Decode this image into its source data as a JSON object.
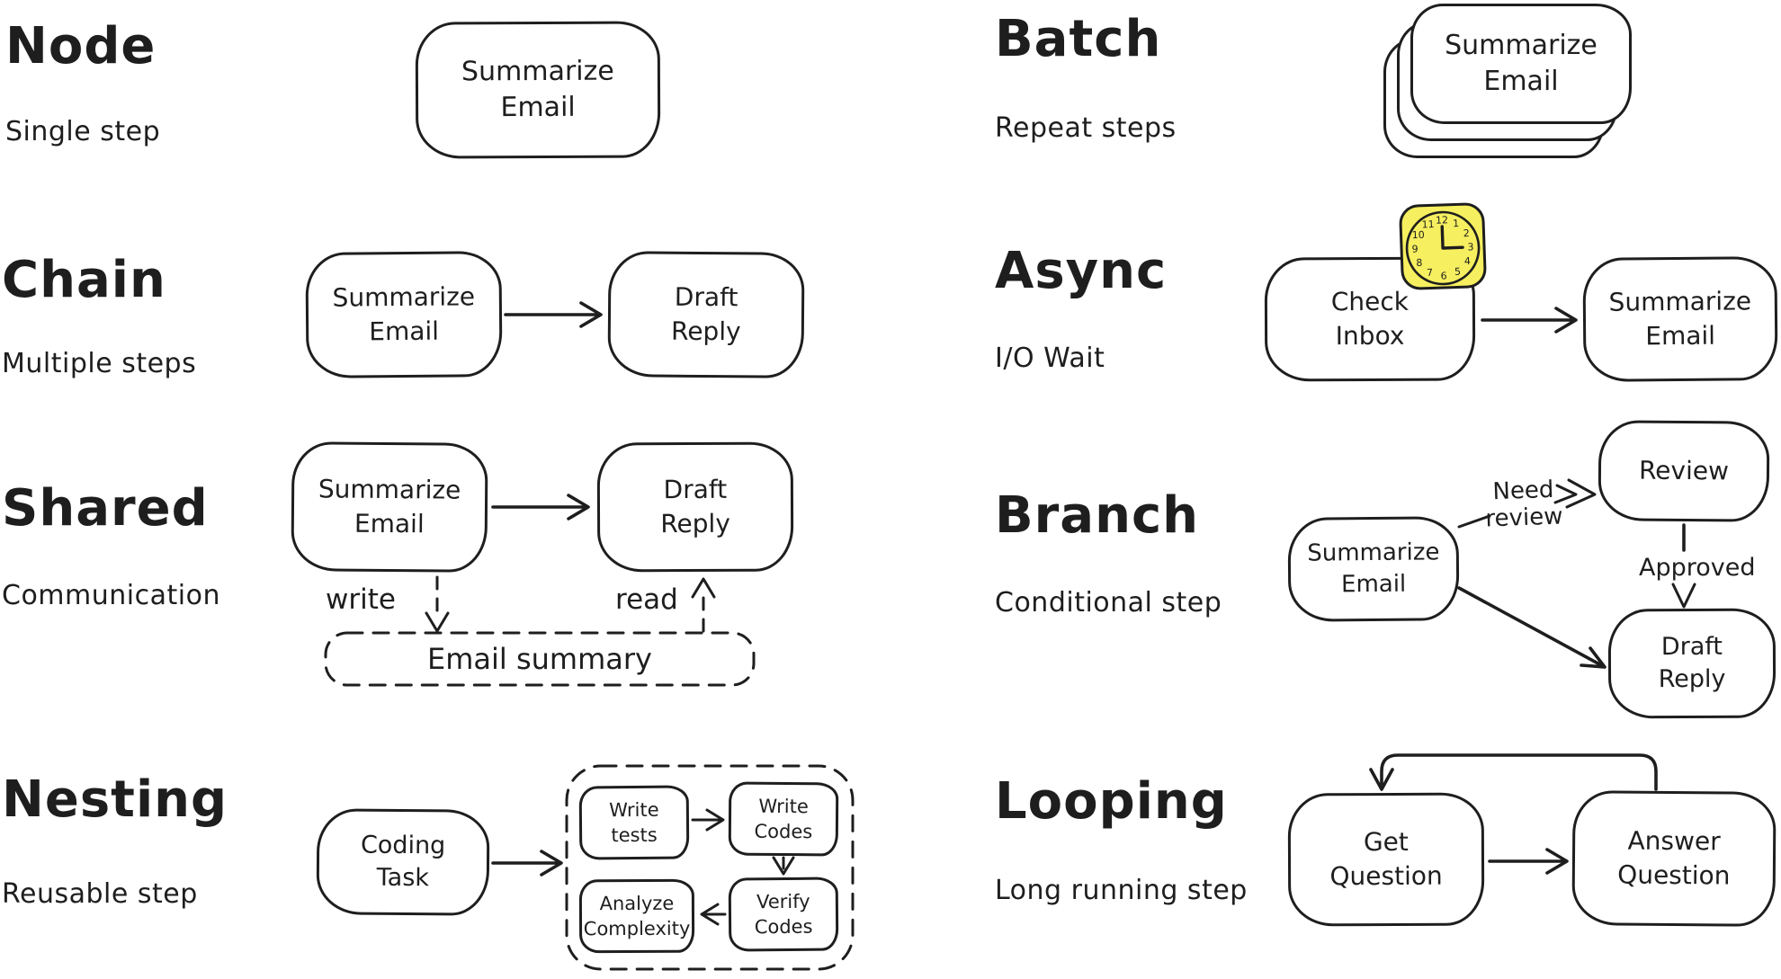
{
  "colors": {
    "background": "#ffffff",
    "stroke": "#1e1e1e",
    "clock_fill": "#f6ef5f"
  },
  "sections": {
    "node": {
      "title": "Node",
      "subtitle": "Single step",
      "box": "Summarize\nEmail"
    },
    "batch": {
      "title": "Batch",
      "subtitle": "Repeat steps",
      "box": "Summarize\nEmail"
    },
    "chain": {
      "title": "Chain",
      "subtitle": "Multiple steps",
      "box1": "Summarize\nEmail",
      "box2": "Draft\nReply"
    },
    "async": {
      "title": "Async",
      "subtitle": "I/O Wait",
      "box1": "Check\nInbox",
      "box2": "Summarize\nEmail"
    },
    "shared": {
      "title": "Shared",
      "subtitle": "Communication",
      "box1": "Summarize\nEmail",
      "box2": "Draft\nReply",
      "write_label": "write",
      "read_label": "read",
      "store_label": "Email summary"
    },
    "branch": {
      "title": "Branch",
      "subtitle": "Conditional step",
      "source_box": "Summarize\nEmail",
      "review_box": "Review",
      "draft_box": "Draft\nReply",
      "need_review_label": "Need\nreview",
      "approved_label": "Approved"
    },
    "nesting": {
      "title": "Nesting",
      "subtitle": "Reusable step",
      "box": "Coding\nTask",
      "inner_box1": "Write\ntests",
      "inner_box2": "Write\nCodes",
      "inner_box3": "Analyze\nComplexity",
      "inner_box4": "Verify\nCodes"
    },
    "looping": {
      "title": "Looping",
      "subtitle": "Long running step",
      "box1": "Get\nQuestion",
      "box2": "Answer\nQuestion"
    }
  },
  "clock": {
    "numbers": [
      "12",
      "1",
      "2",
      "3",
      "4",
      "5",
      "6",
      "7",
      "8",
      "9",
      "10",
      "11"
    ],
    "time_shown": "3:00"
  }
}
